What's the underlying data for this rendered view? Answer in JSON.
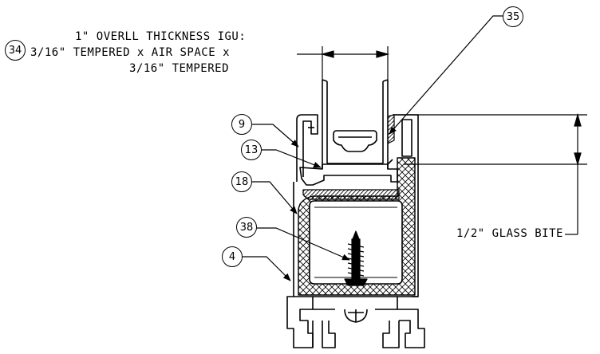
{
  "note_34": {
    "line1": "1\" OVERLL THICKNESS IGU:",
    "line2": "3/16\" TEMPERED x AIR SPACE x",
    "line3": "3/16\" TEMPERED"
  },
  "glass_bite_label": "1/2\" GLASS BITE",
  "callouts": {
    "c34": "34",
    "c35": "35",
    "c9": "9",
    "c13": "13",
    "c18": "18",
    "c38": "38",
    "c4": "4"
  },
  "colors": {
    "line": "#000000",
    "background": "#ffffff"
  }
}
